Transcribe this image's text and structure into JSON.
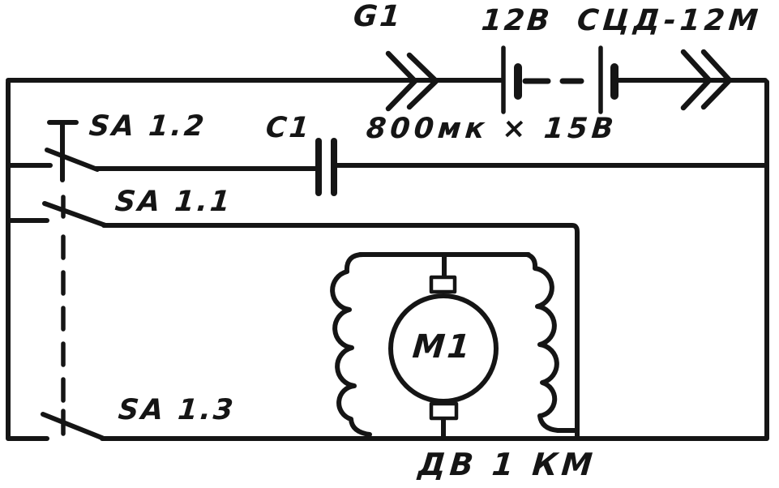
{
  "diagram": {
    "kind": "hand-drawn electrical schematic",
    "labels": {
      "generator": "G1",
      "battery_voltage": "12В",
      "battery_model": "СЦД-12М",
      "switch_1_2": "SA 1.2",
      "capacitor": "C1",
      "capacitor_rating": "800мк × 15В",
      "switch_1_1": "SA 1.1",
      "motor": "М1",
      "switch_1_3": "SA 1.3",
      "motor_model": "ДВ 1 КМ"
    },
    "colors": {
      "ink": "#151515",
      "background": "#ffffff"
    }
  }
}
